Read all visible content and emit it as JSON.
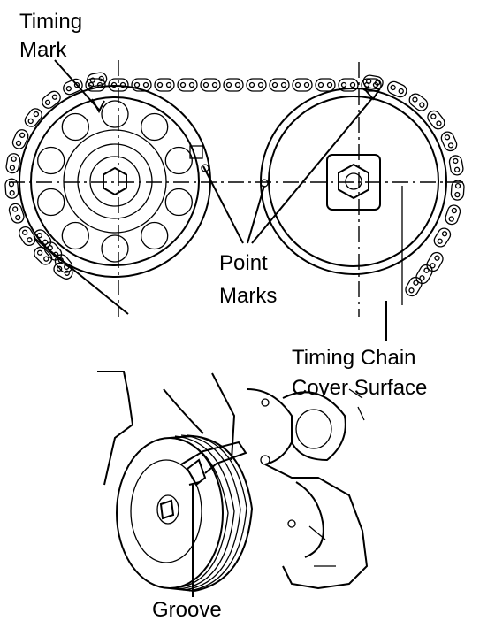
{
  "labels": {
    "timing_mark_line1": "Timing",
    "timing_mark_line2": "Mark",
    "point_marks_line1": "Point",
    "point_marks_line2": "Marks",
    "chain_cover_line1": "Timing Chain",
    "chain_cover_line2": "Cover Surface",
    "groove": "Groove"
  },
  "icons": {
    "crank_sprocket": "sprocket-icon",
    "pump_sprocket": "sprocket-icon",
    "chain": "chain-icon",
    "pulley": "pulley-icon"
  },
  "colors": {
    "ink": "#000000",
    "paper": "#ffffff"
  }
}
